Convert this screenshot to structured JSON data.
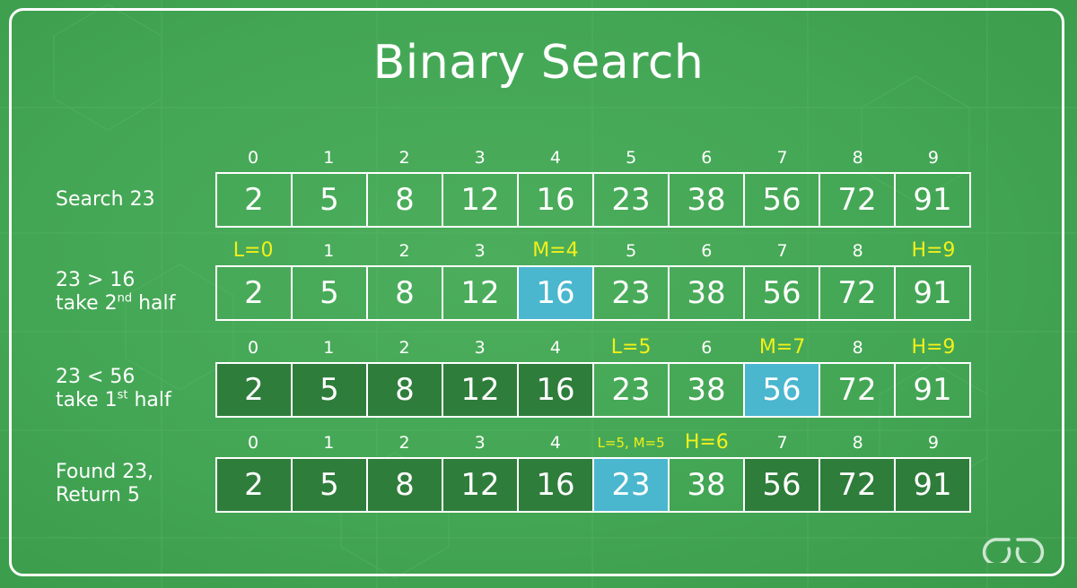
{
  "title": "Binary Search",
  "steps": [
    {
      "label_lines": [
        {
          "text": "Search 23"
        }
      ],
      "indices": [
        {
          "text": "0",
          "ptr": false
        },
        {
          "text": "1",
          "ptr": false
        },
        {
          "text": "2",
          "ptr": false
        },
        {
          "text": "3",
          "ptr": false
        },
        {
          "text": "4",
          "ptr": false
        },
        {
          "text": "5",
          "ptr": false
        },
        {
          "text": "6",
          "ptr": false
        },
        {
          "text": "7",
          "ptr": false
        },
        {
          "text": "8",
          "ptr": false
        },
        {
          "text": "9",
          "ptr": false
        }
      ],
      "cells": [
        {
          "value": "2",
          "state": "normal"
        },
        {
          "value": "5",
          "state": "normal"
        },
        {
          "value": "8",
          "state": "normal"
        },
        {
          "value": "12",
          "state": "normal"
        },
        {
          "value": "16",
          "state": "normal"
        },
        {
          "value": "23",
          "state": "normal"
        },
        {
          "value": "38",
          "state": "normal"
        },
        {
          "value": "56",
          "state": "normal"
        },
        {
          "value": "72",
          "state": "normal"
        },
        {
          "value": "91",
          "state": "normal"
        }
      ]
    },
    {
      "label_lines": [
        {
          "text": "23 > 16"
        },
        {
          "text": "take 2",
          "sup": "nd",
          "after": " half"
        }
      ],
      "indices": [
        {
          "text": "L=0",
          "ptr": true
        },
        {
          "text": "1",
          "ptr": false
        },
        {
          "text": "2",
          "ptr": false
        },
        {
          "text": "3",
          "ptr": false
        },
        {
          "text": "M=4",
          "ptr": true
        },
        {
          "text": "5",
          "ptr": false
        },
        {
          "text": "6",
          "ptr": false
        },
        {
          "text": "7",
          "ptr": false
        },
        {
          "text": "8",
          "ptr": false
        },
        {
          "text": "H=9",
          "ptr": true
        }
      ],
      "cells": [
        {
          "value": "2",
          "state": "normal"
        },
        {
          "value": "5",
          "state": "normal"
        },
        {
          "value": "8",
          "state": "normal"
        },
        {
          "value": "12",
          "state": "normal"
        },
        {
          "value": "16",
          "state": "mid"
        },
        {
          "value": "23",
          "state": "normal"
        },
        {
          "value": "38",
          "state": "normal"
        },
        {
          "value": "56",
          "state": "normal"
        },
        {
          "value": "72",
          "state": "normal"
        },
        {
          "value": "91",
          "state": "normal"
        }
      ]
    },
    {
      "label_lines": [
        {
          "text": "23 < 56"
        },
        {
          "text": "take 1",
          "sup": "st",
          "after": " half"
        }
      ],
      "indices": [
        {
          "text": "0",
          "ptr": false
        },
        {
          "text": "1",
          "ptr": false
        },
        {
          "text": "2",
          "ptr": false
        },
        {
          "text": "3",
          "ptr": false
        },
        {
          "text": "4",
          "ptr": false
        },
        {
          "text": "L=5",
          "ptr": true
        },
        {
          "text": "6",
          "ptr": false
        },
        {
          "text": "M=7",
          "ptr": true
        },
        {
          "text": "8",
          "ptr": false
        },
        {
          "text": "H=9",
          "ptr": true
        }
      ],
      "cells": [
        {
          "value": "2",
          "state": "excluded"
        },
        {
          "value": "5",
          "state": "excluded"
        },
        {
          "value": "8",
          "state": "excluded"
        },
        {
          "value": "12",
          "state": "excluded"
        },
        {
          "value": "16",
          "state": "excluded"
        },
        {
          "value": "23",
          "state": "normal"
        },
        {
          "value": "38",
          "state": "normal"
        },
        {
          "value": "56",
          "state": "mid"
        },
        {
          "value": "72",
          "state": "normal"
        },
        {
          "value": "91",
          "state": "normal"
        }
      ]
    },
    {
      "label_lines": [
        {
          "text": "Found 23,"
        },
        {
          "text": "Return 5"
        }
      ],
      "indices": [
        {
          "text": "0",
          "ptr": false
        },
        {
          "text": "1",
          "ptr": false
        },
        {
          "text": "2",
          "ptr": false
        },
        {
          "text": "3",
          "ptr": false
        },
        {
          "text": "4",
          "ptr": false
        },
        {
          "text": "L=5, M=5",
          "ptr": true,
          "small": true
        },
        {
          "text": "H=6",
          "ptr": true
        },
        {
          "text": "7",
          "ptr": false
        },
        {
          "text": "8",
          "ptr": false
        },
        {
          "text": "9",
          "ptr": false
        }
      ],
      "cells": [
        {
          "value": "2",
          "state": "excluded"
        },
        {
          "value": "5",
          "state": "excluded"
        },
        {
          "value": "8",
          "state": "excluded"
        },
        {
          "value": "12",
          "state": "excluded"
        },
        {
          "value": "16",
          "state": "excluded"
        },
        {
          "value": "23",
          "state": "mid"
        },
        {
          "value": "38",
          "state": "normal"
        },
        {
          "value": "56",
          "state": "excluded"
        },
        {
          "value": "72",
          "state": "excluded"
        },
        {
          "value": "91",
          "state": "excluded"
        }
      ]
    }
  ],
  "colors": {
    "background": "#43a654",
    "mid_highlight": "#4ab7cf",
    "excluded": "#2f7d3b",
    "pointer_text": "#f2f01a"
  },
  "logo_icon": "geeksforgeeks-logo-icon"
}
